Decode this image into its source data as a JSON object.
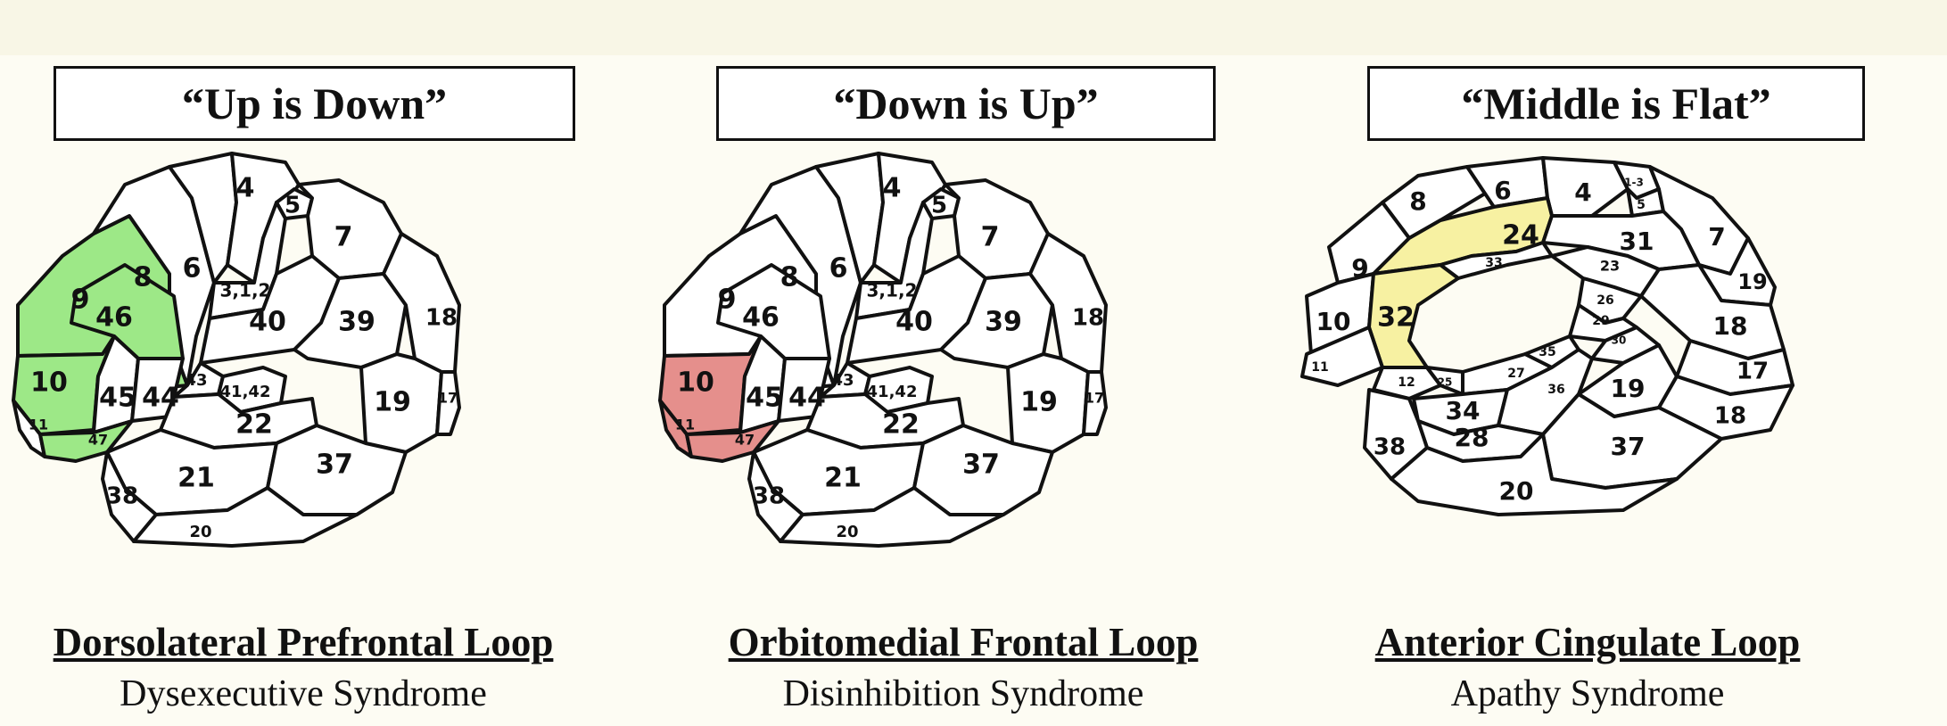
{
  "colors": {
    "dorsolateral": "#9de887",
    "orbitomedial": "#e58f8c",
    "cingulate": "#f7f1a2"
  },
  "panels": [
    {
      "title": "“Up is Down”",
      "loop": "Dorsolateral Prefrontal Loop",
      "syndrome": "Dysexecutive Syndrome",
      "areas": [
        "9",
        "8",
        "6",
        "4",
        "5",
        "7",
        "46",
        "3,1,2",
        "10",
        "45",
        "44",
        "40",
        "39",
        "18",
        "43",
        "41,42",
        "19",
        "11",
        "47",
        "22",
        "17",
        "21",
        "37",
        "38",
        "20"
      ]
    },
    {
      "title": "“Down is Up”",
      "loop": "Orbitomedial Frontal Loop",
      "syndrome": "Disinhibition Syndrome",
      "areas": [
        "9",
        "8",
        "6",
        "4",
        "5",
        "7",
        "46",
        "3,1,2",
        "10",
        "45",
        "44",
        "40",
        "39",
        "18",
        "43",
        "41,42",
        "19",
        "11",
        "47",
        "22",
        "17",
        "21",
        "37",
        "38",
        "20"
      ]
    },
    {
      "title": "“Middle is Flat”",
      "loop": "Anterior Cingulate Loop",
      "syndrome": "Apathy Syndrome",
      "areas": [
        "8",
        "6",
        "4",
        "1-3",
        "5",
        "9",
        "24",
        "31",
        "7",
        "33",
        "23",
        "19",
        "10",
        "32",
        "26",
        "29",
        "18",
        "11",
        "12",
        "25",
        "27",
        "35",
        "30",
        "17",
        "34",
        "36",
        "19",
        "28",
        "18",
        "38",
        "37",
        "20"
      ]
    }
  ]
}
